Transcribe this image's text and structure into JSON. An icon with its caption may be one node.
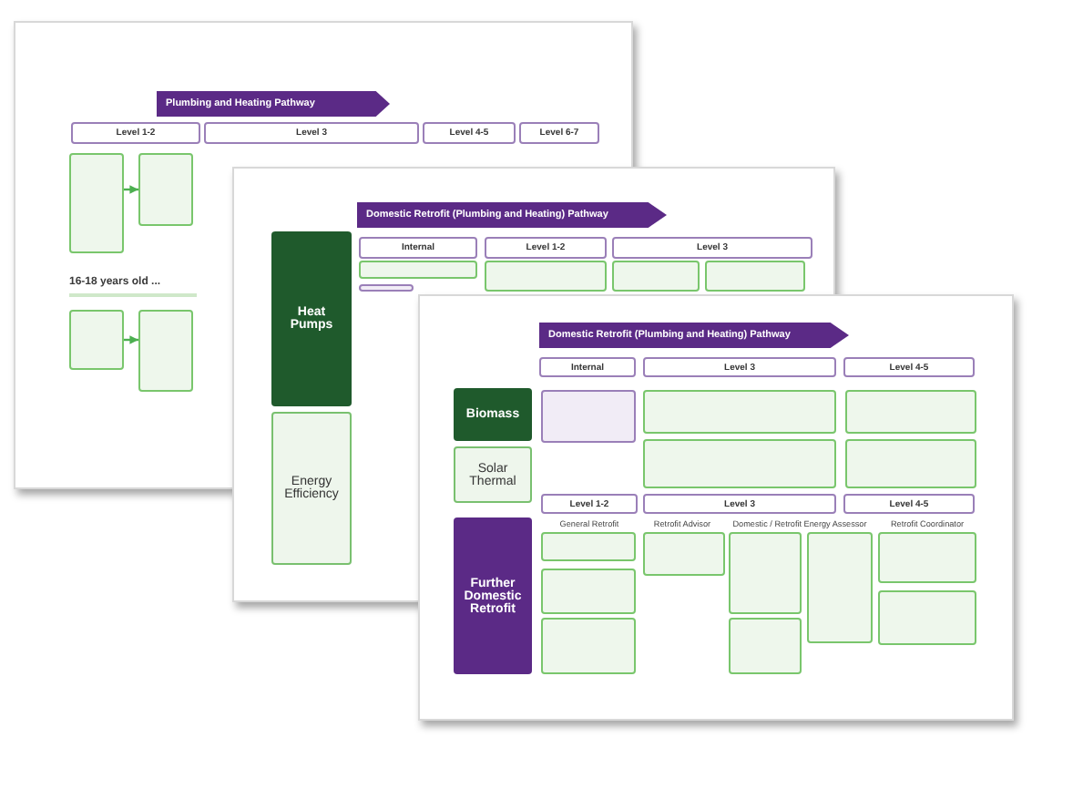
{
  "diagram": {
    "nodes": [
      {
        "text": [
          "Plumbing and Heating Pathway"
        ]
      },
      {
        "text": [
          "Level 1-2"
        ]
      },
      {
        "text": [
          "Level 3"
        ]
      },
      {
        "text": [
          "Level 4-5"
        ]
      },
      {
        "text": [
          "Level 6-7"
        ]
      },
      {
        "text": [],
        "shape": "box"
      },
      {
        "text": [],
        "shape": "box"
      },
      {
        "text": [],
        "shape": "box"
      },
      {
        "text": [],
        "shape": "box"
      },
      {
        "text": [
          "Domestic Retrofit (Plumbing and Heating) Pathway"
        ]
      },
      {
        "text": [
          "Internal"
        ]
      },
      {
        "text": [
          "Level 1-2"
        ]
      },
      {
        "text": [
          "Level 3"
        ]
      },
      {
        "text": [
          "Heat Pumps"
        ]
      },
      {
        "text": [
          "Energy Efficiency"
        ]
      },
      {
        "text": [],
        "shape": "box"
      },
      {
        "text": [],
        "shape": "box"
      },
      {
        "text": [],
        "shape": "box"
      },
      {
        "text": [],
        "shape": "box"
      },
      {
        "text": [],
        "shape": "box"
      },
      {
        "text": [
          "Domestic Retrofit (Plumbing and Heating) Pathway"
        ]
      },
      {
        "text": [
          "Internal"
        ]
      },
      {
        "text": [
          "Level 3"
        ]
      },
      {
        "text": [
          "Level 4-5"
        ]
      },
      {
        "text": [
          "Biomass"
        ]
      },
      {
        "text": [
          "Solar Thermal"
        ]
      },
      {
        "text": [],
        "shape": "box"
      },
      {
        "text": [],
        "shape": "box"
      },
      {
        "text": [],
        "shape": "box"
      },
      {
        "text": [],
        "shape": "box"
      },
      {
        "text": [],
        "shape": "box"
      },
      {
        "text": [
          "Level 1-2"
        ]
      },
      {
        "text": [
          "Level 3"
        ]
      },
      {
        "text": [
          "Level 4-5"
        ]
      },
      {
        "text": [
          "Further Domestic Retrofit"
        ]
      },
      {
        "text": [],
        "shape": "box"
      },
      {
        "text": [],
        "shape": "box"
      },
      {
        "text": [],
        "shape": "box"
      },
      {
        "text": [],
        "shape": "box"
      },
      {
        "text": [],
        "shape": "box"
      },
      {
        "text": [],
        "shape": "box"
      },
      {
        "text": [],
        "shape": "box"
      },
      {
        "text": [],
        "shape": "box"
      },
      {
        "text": [],
        "shape": "box"
      }
    ],
    "edges": [
      {
        "from": 5,
        "to": 6,
        "arrow": "to"
      },
      {
        "from": 7,
        "to": 8,
        "arrow": "to"
      }
    ],
    "labels": [
      "16-18 years old ...",
      "General Retrofit",
      "Retrofit Advisor",
      "Domestic / Retrofit Energy Assessor",
      "Retrofit Coordinator"
    ]
  }
}
